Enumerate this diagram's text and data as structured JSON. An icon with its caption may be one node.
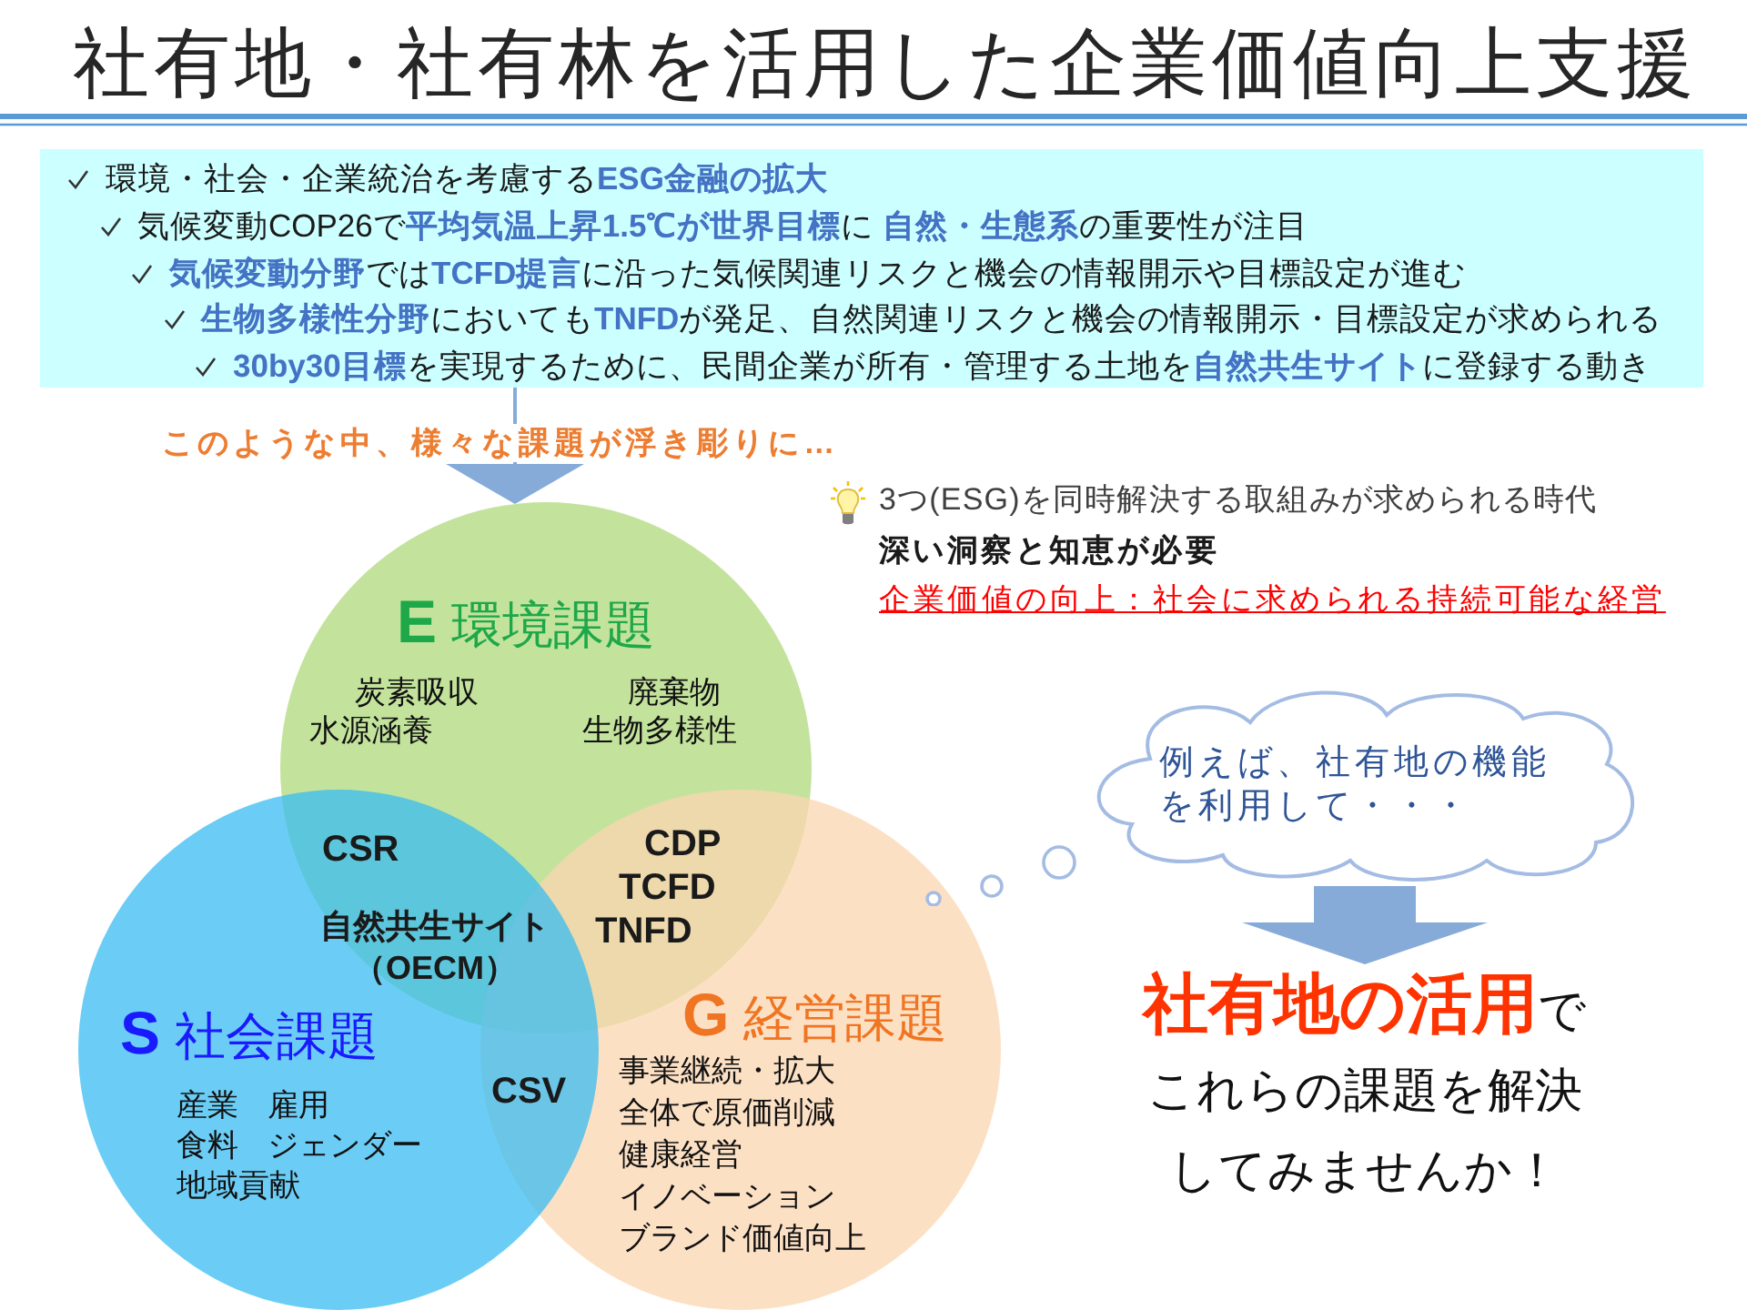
{
  "diagram": {
    "title": "社有地・社有林を活用した企業価値向上支援",
    "nodes": [
      {
        "text": [
          "環境・社会・企業統治を考慮する**ESG金融の拡大**",
          "気候変動COP26で**平均気温上昇1.5℃が世界目標**に **自然・生態系**の重要性が注目",
          "**気候変動分野**では**TCFD提言**に沿った気候関連リスクと機会の情報開示や目標設定が進む",
          "**生物多様性分野**においても**TNFD**が発足、自然関連リスクと機会の情報開示・目標設定が求められる",
          "**30by30目標**を実現するために、民間企業が所有・管理する土地を**自然共生サイト**に登録する動き"
        ]
      },
      {
        "text": [
          "**E** 環境課題",
          "炭素吸収",
          "廃棄物",
          "水源涵養",
          "生物多様性"
        ]
      },
      {
        "text": [
          "**S** 社会課題",
          "産業",
          "雇用",
          "食料",
          "ジェンダー",
          "地域貢献"
        ]
      },
      {
        "text": [
          "**G** 経営課題",
          "事業継続・拡大",
          "全体で原価削減",
          "健康経営",
          "イノベーション",
          "ブランド価値向上"
        ]
      },
      {
        "text": [
          "例えば、社有地の機能を利用して・・・"
        ]
      },
      {
        "text": [
          "**社有地の活用**でこれらの課題を解決してみませんか！"
        ]
      }
    ],
    "edges": [
      {
        "from": 0,
        "to": 1,
        "arrow": "to",
        "label": "このような中、様々な課題が浮き彫りに…"
      },
      {
        "from": 4,
        "to": 5,
        "arrow": "to",
        "style": "thick"
      }
    ],
    "labels": [
      "3つ(ESG)を同時解決する取組みが求められる時代",
      "深い洞察と知恵が必要",
      "企業価値の向上：社会に求められる持続可能な経営",
      "CSR",
      "CDP",
      "TCFD",
      "TNFD",
      "自然共生サイト（OECM）",
      "CSV"
    ]
  }
}
